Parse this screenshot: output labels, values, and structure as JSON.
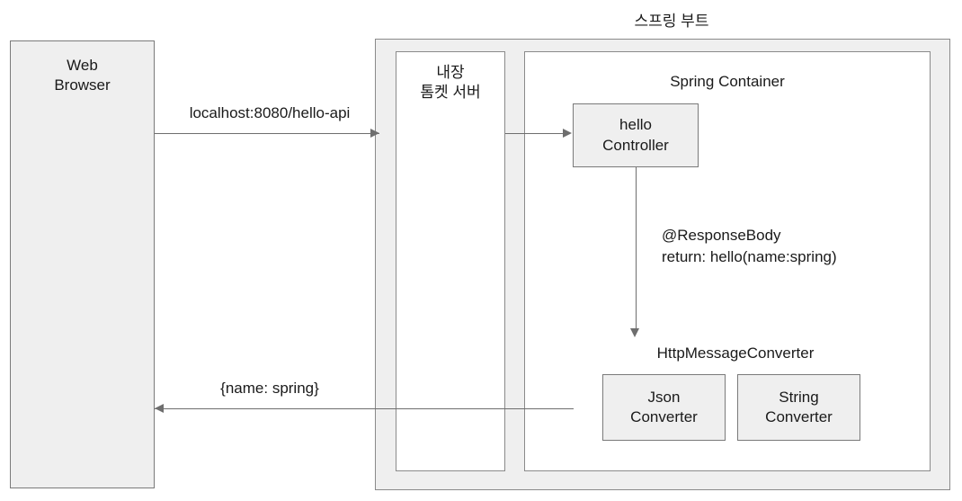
{
  "diagram": {
    "title": "스프링 부트",
    "nodes": {
      "web_browser": "Web\nBrowser",
      "tomcat": "내장\n톰켓 서버",
      "spring_container": "Spring Container",
      "hello_controller": "hello\nController",
      "http_message_converter": "HttpMessageConverter",
      "json_converter": "Json\nConverter",
      "string_converter": "String\nConverter"
    },
    "edges": {
      "request_url": "localhost:8080/hello-api",
      "response_body_annotation": "@ResponseBody\nreturn: hello(name:spring)",
      "response_payload": "{name: spring}"
    },
    "colors": {
      "node_fill": "#efefef",
      "node_stroke": "#7a7a7a",
      "container_fill": "#ffffff",
      "connector": "#6e6e6e",
      "text": "#1a1a1a",
      "background": "#ffffff"
    }
  }
}
